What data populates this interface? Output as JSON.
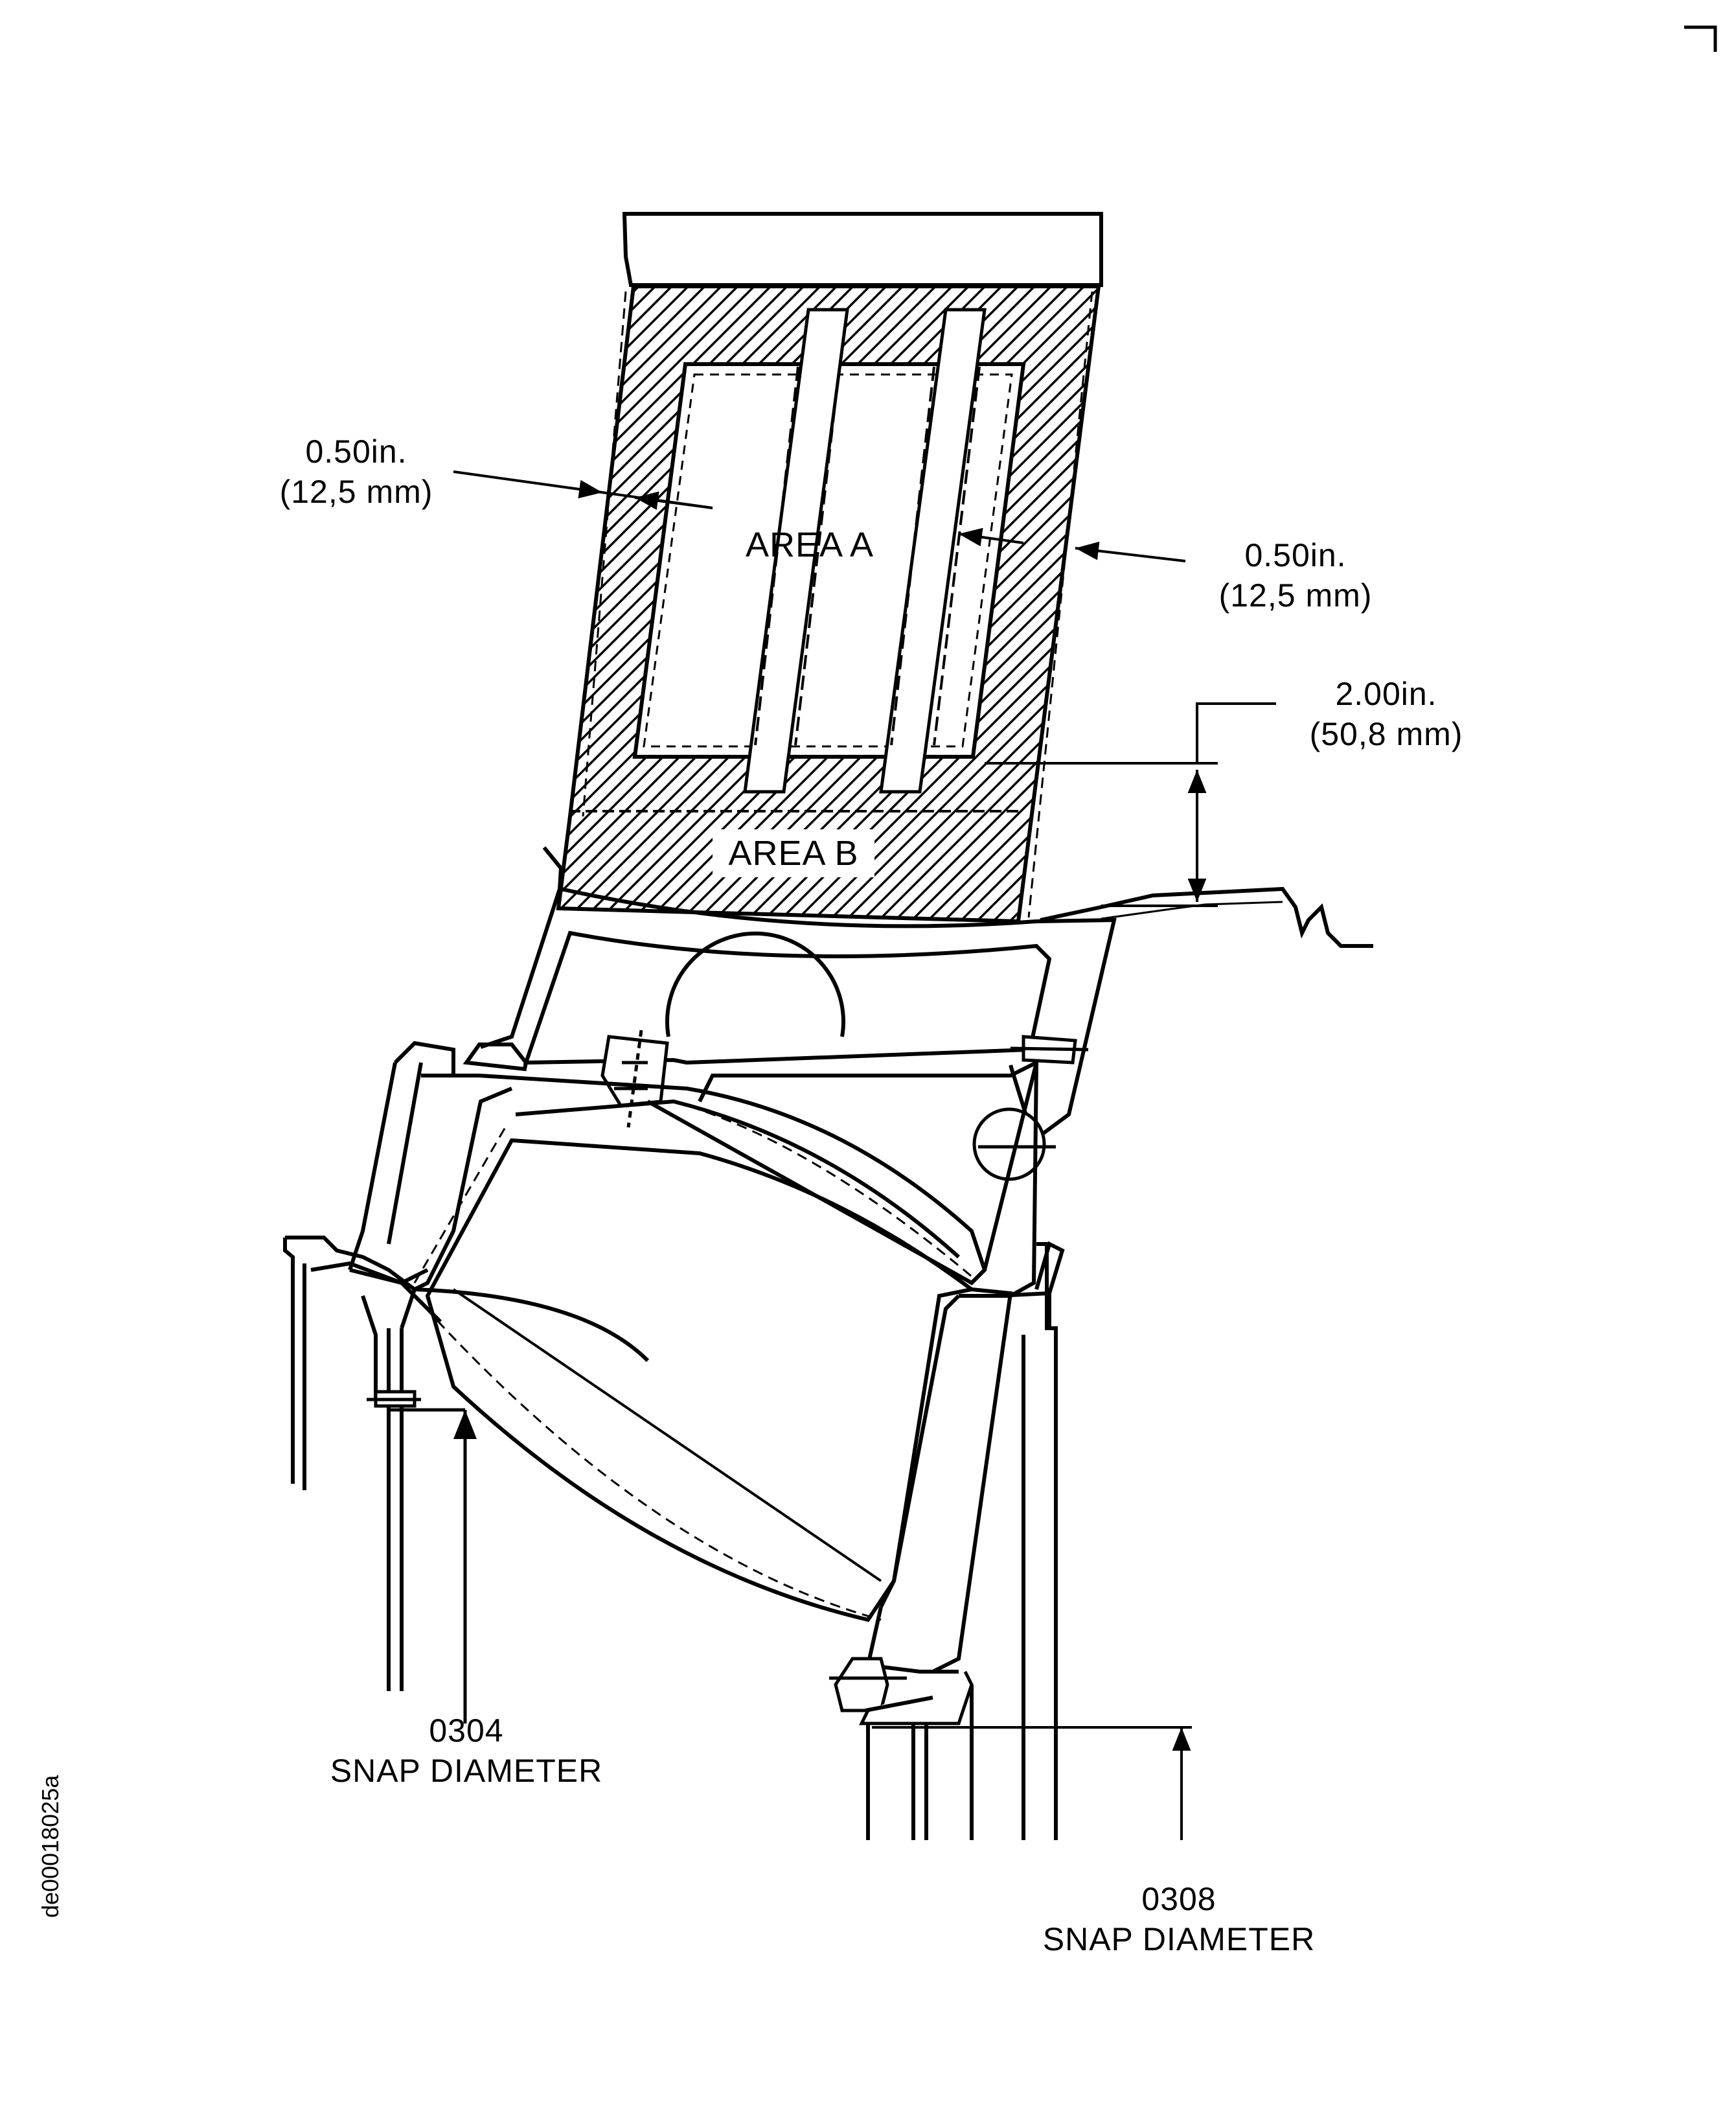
{
  "labels": {
    "area_a": "AREA A",
    "area_b": "AREA B",
    "dim_left_in": "0.50in.",
    "dim_left_mm": "(12,5 mm)",
    "dim_right_in": "0.50in.",
    "dim_right_mm": "(12,5 mm)",
    "dim_height_in": "2.00in.",
    "dim_height_mm": "(50,8 mm)",
    "snap_left_num": "0304",
    "snap_left_text": "SNAP DIAMETER",
    "snap_right_num": "0308",
    "snap_right_text": "SNAP DIAMETER"
  },
  "figure_id": "de00018025a",
  "colors": {
    "ink": "#000000",
    "paper": "#ffffff"
  }
}
